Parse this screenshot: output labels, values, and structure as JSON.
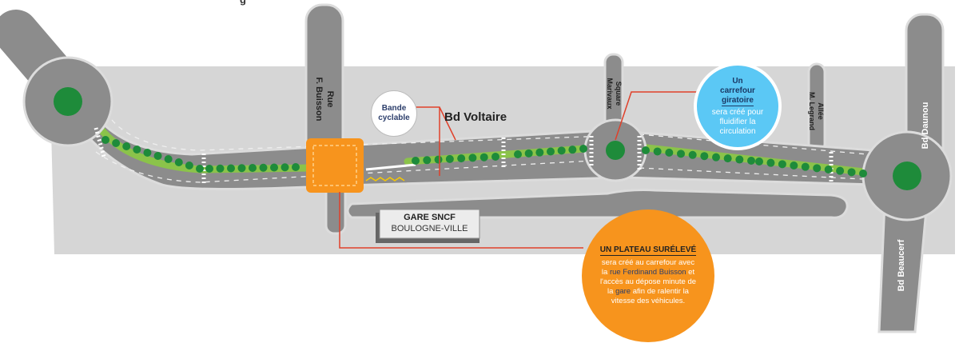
{
  "colors": {
    "background": "#ffffff",
    "zone": "#d6d6d6",
    "road": "#8c8c8c",
    "road_edge": "#d9d9d9",
    "median": "#8bc34a",
    "tree": "#1e8b3a",
    "plateau": "#f7941d",
    "callout_orange": "#f7941d",
    "callout_blue": "#5bc8f5",
    "leader_line": "#e0402a",
    "text_dark": "#222222",
    "text_navy": "#2c3e6b"
  },
  "map": {
    "top_fragment": "g",
    "streets": {
      "main": "Bd Voltaire",
      "buisson_line1": "Rue",
      "buisson_line2": "F. Buisson",
      "marivaux_line1": "Square",
      "marivaux_line2": "Marivaux",
      "legrand_line1": "Allée",
      "legrand_line2": "M. Legrand",
      "daunou": "Bd Daunou",
      "beaucerf": "Bd Beaucerf"
    },
    "station": {
      "line1": "GARE SNCF",
      "line2": "BOULOGNE-VILLE"
    },
    "bike_lane": {
      "line1": "Bande",
      "line2": "cyclable"
    },
    "callout_roundabout": {
      "line1": "Un",
      "line2": "carrefour",
      "line3": "giratoire",
      "body": "sera créé pour fluidifier la circulation"
    },
    "callout_plateau": {
      "title": "UN PLATEAU SURÉLEVÉ",
      "text1": "sera créé au carrefour avec la",
      "text2": "rue Ferdinand Buisson",
      "text3": "et l'accès au dépose minute de la",
      "text4": "gare",
      "text5": "afin de ralentir la vitesse des véhicules."
    }
  }
}
